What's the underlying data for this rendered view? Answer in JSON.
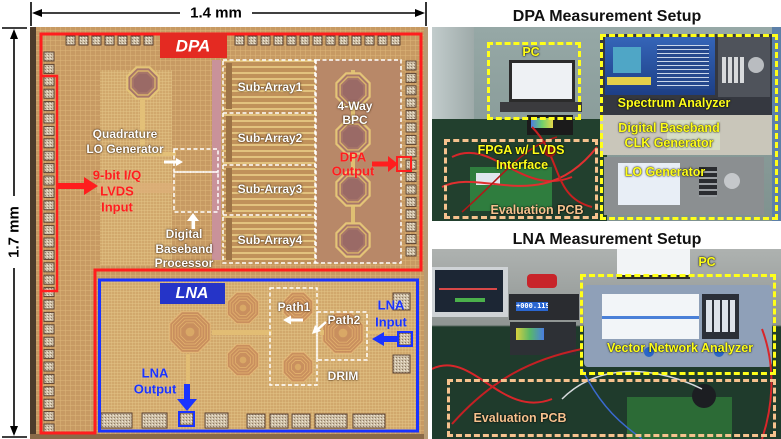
{
  "dimensions": {
    "width_label": "1.4 mm",
    "height_label": "1.7 mm"
  },
  "chip": {
    "dpa": {
      "label": "DPA",
      "lvds_input": [
        "9-bit I/Q",
        "LVDS",
        "Input"
      ],
      "lo_generator": [
        "Quadrature",
        "LO Generator"
      ],
      "baseband_processor": [
        "Digital",
        "Baseband",
        "Processor"
      ],
      "sub_arrays": [
        "Sub-Array1",
        "Sub-Array2",
        "Sub-Array3",
        "Sub-Array4"
      ],
      "combiner": [
        "4-Way",
        "BPC"
      ],
      "output": [
        "DPA",
        "Output"
      ]
    },
    "lna": {
      "label": "LNA",
      "input": [
        "LNA",
        "Input"
      ],
      "output": [
        "LNA",
        "Output"
      ],
      "path1": "Path1",
      "path2": "Path2",
      "drim": "DRIM"
    }
  },
  "setups": {
    "dpa": {
      "title": "DPA Measurement Setup",
      "pc": "PC",
      "spectrum_analyzer": "Spectrum Analyzer",
      "clk_generator": [
        "Digital Baseband",
        "CLK Generator"
      ],
      "lo_generator": "LO Generator",
      "fpga": [
        "FPGA w/ LVDS",
        "Interface"
      ],
      "pcb": "Evaluation PCB"
    },
    "lna": {
      "title": "LNA Measurement Setup",
      "pc": "PC",
      "vna": "Vector Network Analyzer",
      "pcb": "Evaluation PCB",
      "meter_display": "+000.119 0"
    }
  },
  "colors": {
    "dpa_accent": "#ff1e1e",
    "lna_accent": "#1a33ff",
    "instrument_label": "#ffff1a",
    "pcb_label": "#f6c28e",
    "block_label": "#ffffff"
  }
}
